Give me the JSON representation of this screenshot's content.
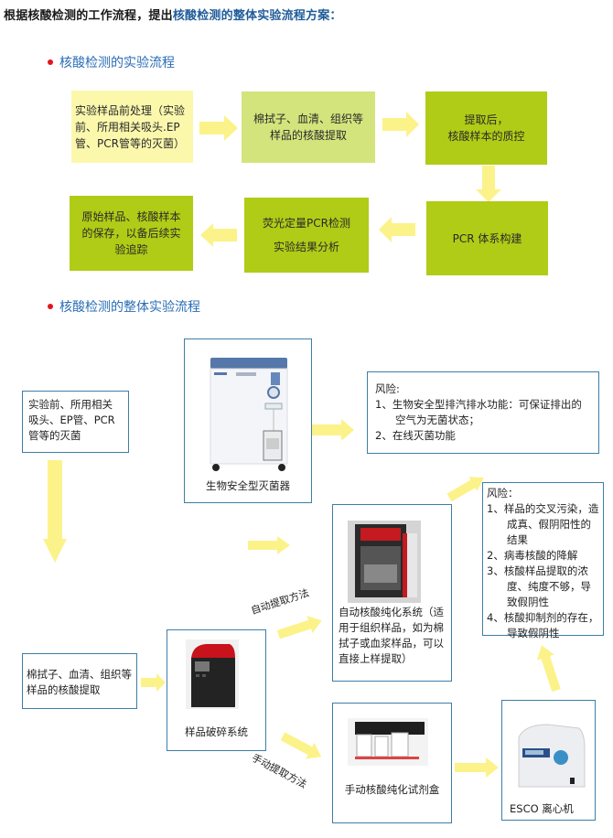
{
  "heading": {
    "prefix": "根据核酸检测的工作流程，提出",
    "highlight": "核酸检测的整体实验流程方案："
  },
  "section1": {
    "title": "核酸检测的实验流程",
    "steps": [
      {
        "id": "pretreatment",
        "text": "实验样品前处理（实验前、所用相关吸头.EP管、PCR管等的灭菌）"
      },
      {
        "id": "extraction",
        "text": "棉拭子、血清、组织等样品的核酸提取"
      },
      {
        "id": "qc",
        "line1": "提取后，",
        "line2": "核酸样本的质控"
      },
      {
        "id": "pcr-build",
        "text": "PCR 体系构建"
      },
      {
        "id": "qpcr",
        "line1": "荧光定量PCR检测",
        "line2": "实验结果分析"
      },
      {
        "id": "storage",
        "text": "原始样品、核酸样本的保存，以备后续实验追踪"
      }
    ],
    "colors": {
      "pale_yellow": "#fbf8ac",
      "pale_green": "#d4e47c",
      "lime": "#b0cc16",
      "arrow": "#fcf28a"
    }
  },
  "section2": {
    "title": "核酸检测的整体实验流程",
    "sterilize_box": "实验前、所用相关吸头、EP管、PCR管等的灭菌",
    "sterilizer": {
      "caption": "生物安全型灭菌器"
    },
    "risk1": {
      "title": "风险:",
      "items": [
        "1、生物安全型排汽排水功能：可保证排出的空气为无菌状态；",
        "2、在线灭菌功能"
      ]
    },
    "extraction_box": "棉拭子、血清、组织等样品的核酸提取",
    "homogenizer": {
      "caption": "样品破碎系统"
    },
    "auto_label": "自动提取方法",
    "manual_label": "手动提取方法",
    "auto_system": {
      "caption": "自动核酸纯化系统（适用于组织样品，如为棉拭子或血浆样品，可以直接上样提取）"
    },
    "manual_kit": {
      "caption": "手动核酸纯化试剂盒"
    },
    "centrifuge": {
      "caption": "ESCO 离心机"
    },
    "risk2": {
      "title": "风险：",
      "items": [
        "1、样品的交叉污染，造成真、假阴阳性的结果",
        "2、病毒核酸的降解",
        "3、核酸样品提取的浓度、纯度不够，导致假阴性",
        "4、核酸抑制剂的存在，导致假阴性"
      ]
    },
    "colors": {
      "border": "#3d7ea6",
      "arrow": "#fcf28a"
    }
  }
}
